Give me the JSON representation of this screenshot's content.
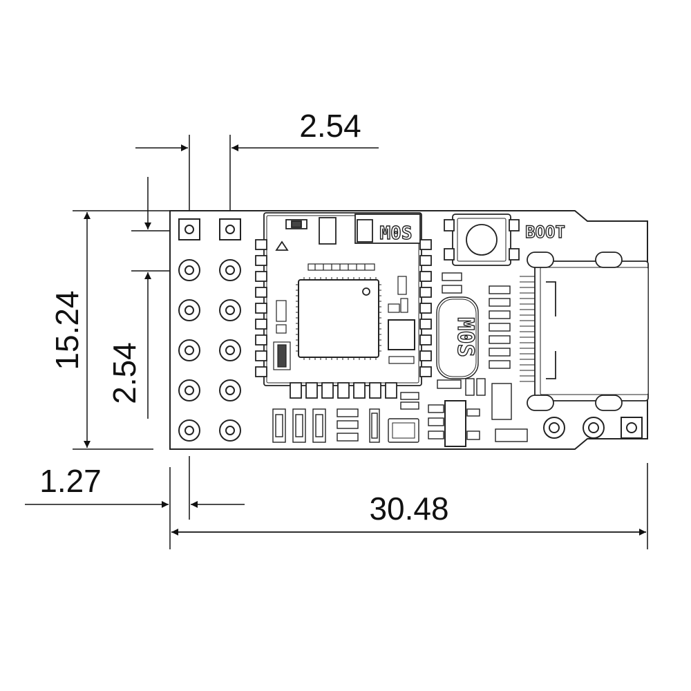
{
  "dimensions": {
    "pin_pitch_top": "2.54",
    "board_height": "15.24",
    "pin_pitch_side": "2.54",
    "edge_offset": "1.27",
    "board_length": "30.48"
  },
  "silkscreen": {
    "module_label": "M0S",
    "boot_label": "BOOT",
    "rotated_module_label": "M0S"
  }
}
